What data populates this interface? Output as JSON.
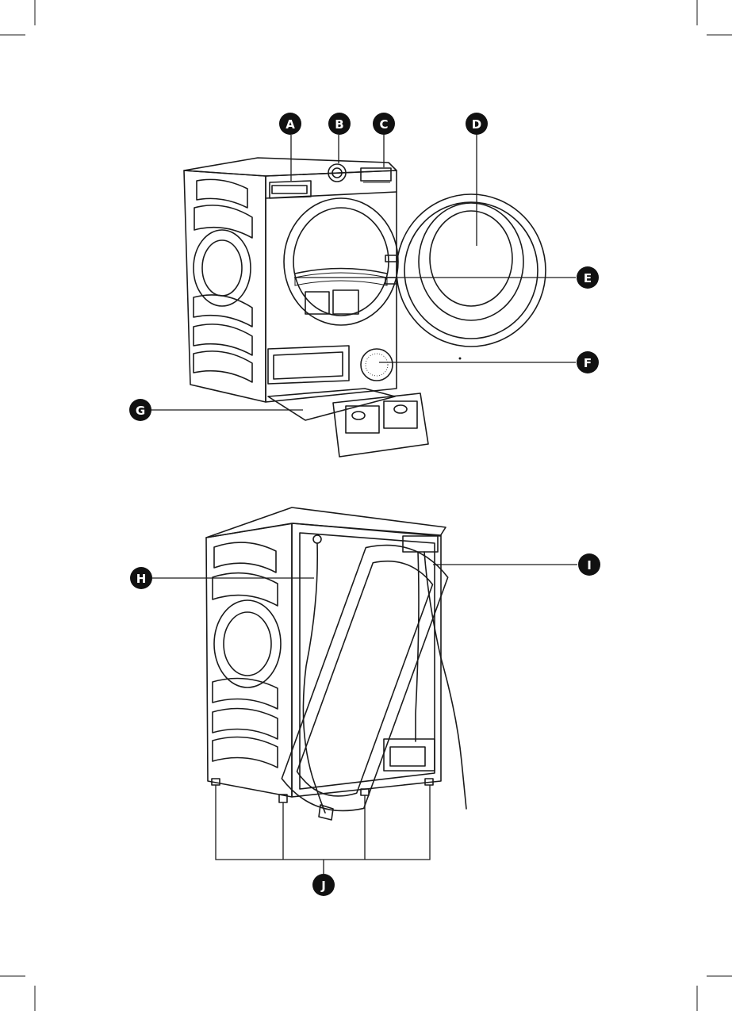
{
  "colors": {
    "ink": "#1a1a1a",
    "badge": "#111111",
    "badge_text": "#ffffff",
    "paper": "#ffffff"
  },
  "callouts": {
    "A": "A",
    "B": "B",
    "C": "C",
    "D": "D",
    "E": "E",
    "F": "F",
    "G": "G",
    "H": "H",
    "I": "I",
    "J": "J"
  },
  "figures": {
    "front": {
      "icon": "tumble-dryer-front-open-door"
    },
    "rear": {
      "icon": "tumble-dryer-rear-view"
    }
  }
}
